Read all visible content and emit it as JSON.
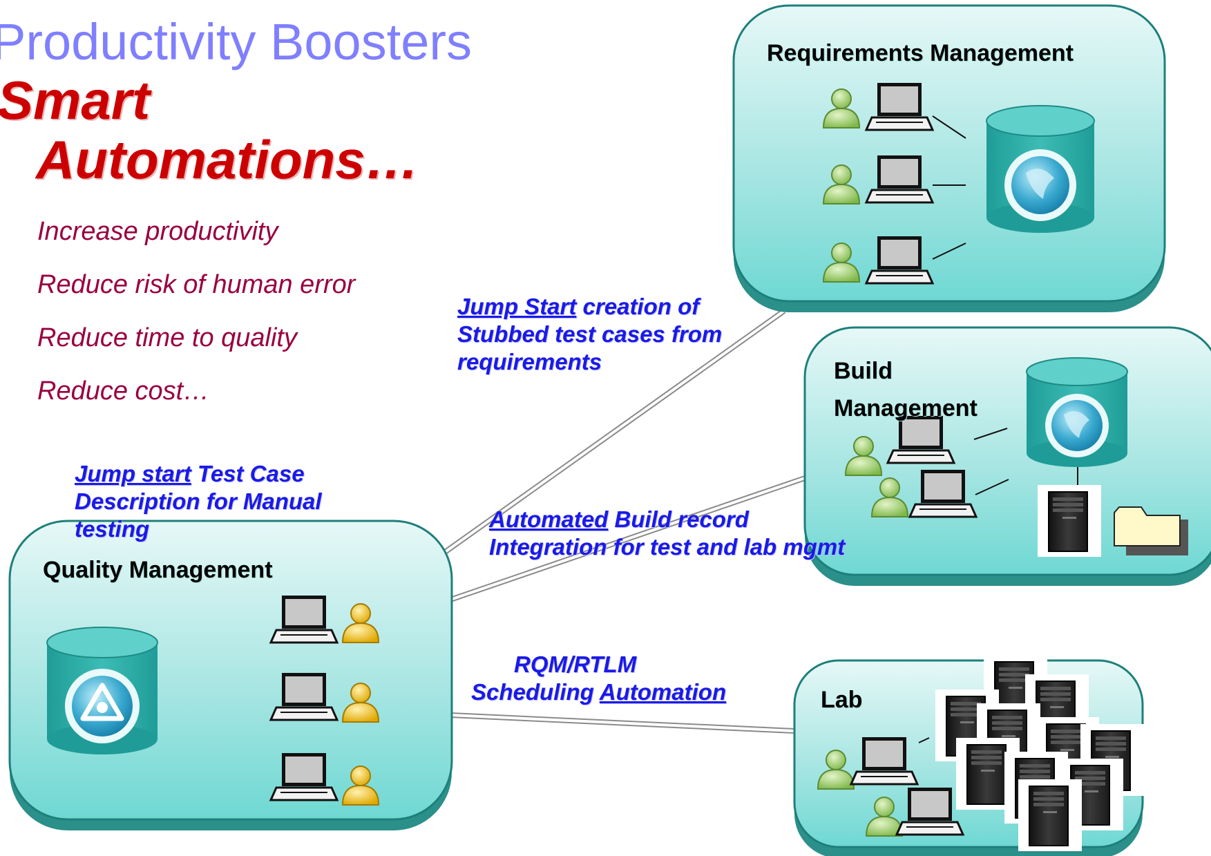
{
  "title": {
    "line1": "Productivity Boosters",
    "line2": "Smart",
    "line3": "Automations…"
  },
  "benefits": [
    "Increase productivity",
    "Reduce risk of human error",
    "Reduce time to quality",
    "Reduce cost…"
  ],
  "callouts": {
    "requirements": {
      "link": "Jump Start",
      "rest1": " creation of",
      "line2": "Stubbed test cases from",
      "line3": "requirements"
    },
    "manual": {
      "link": "Jump start",
      "rest1": " Test Case",
      "line2": "Description for Manual",
      "line3": "testing"
    },
    "build": {
      "link": "Automated",
      "rest1": " Build record",
      "line2": "Integration for test and lab mgmt"
    },
    "lab": {
      "line1": "RQM/RTLM",
      "line2_plain": "Scheduling ",
      "line2_link": "Automation"
    }
  },
  "panels": {
    "requirements": "Requirements Management",
    "build_line1": "Build",
    "build_line2": "Management",
    "quality": "Quality Management",
    "lab": "Lab"
  },
  "colors": {
    "title": "#7f7fff",
    "smart": "#cc0000",
    "benefits": "#99003f",
    "callout": "#1a1ae6",
    "panel_fill": "#7fdcd8",
    "db_fill": "#2fb3ad",
    "user_green": "#99cc66",
    "user_yellow": "#f0c020"
  },
  "icons": [
    "user-icon",
    "laptop-icon",
    "database-icon",
    "server-icon",
    "folder-icon"
  ]
}
